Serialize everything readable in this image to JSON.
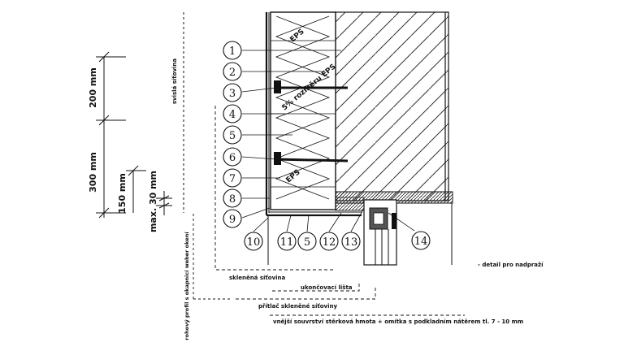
{
  "callouts": [
    "1",
    "2",
    "3",
    "4",
    "5",
    "6",
    "7",
    "8",
    "9",
    "10",
    "11",
    "5",
    "12",
    "13",
    "14"
  ],
  "dimensions": {
    "d200": "200 mm",
    "d300": "300 mm",
    "d150": "150 mm",
    "d30": "max. 30 mm"
  },
  "labels": {
    "svisla_sitovina": "svislá síťovina",
    "eps_top": "EPS",
    "eps_bottom": "EPS",
    "detail": "- detail pro nadpraží",
    "sklenena_sitovina": "skleněná síťovina",
    "ukoncovaci_lista": "ukončovací lišta",
    "pritlac": "přítlač skleněné síťoviny",
    "rohovy_profil": "rohový profil s okapnicí weber okení",
    "vnejsi": "vnější souvrství stěrková hmota + omítka s podkladním nátěrem tl. 7 - 10 mm"
  },
  "diagonal_note": "5% rozměru EPS"
}
